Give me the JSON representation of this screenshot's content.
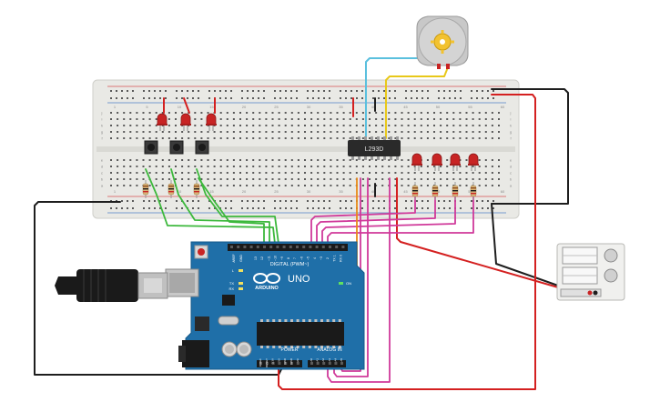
{
  "breadboard": {
    "col_numbers": [
      "1",
      "5",
      "10",
      "15",
      "20",
      "25",
      "30",
      "35",
      "40",
      "45",
      "50",
      "55",
      "60"
    ],
    "row_letters_top": [
      "j",
      "i",
      "h",
      "g",
      "f"
    ],
    "row_letters_bottom": [
      "e",
      "d",
      "c",
      "b",
      "a"
    ]
  },
  "chip": {
    "label": "L293D"
  },
  "arduino": {
    "brand": "ARDUINO",
    "model": "UNO",
    "digital_label": "DIGITAL (PWM~)",
    "power_label": "POWER",
    "analog_label": "ANALOG IN",
    "aref": "AREF",
    "gnd": "GND",
    "led_l": "L",
    "led_tx": "TX",
    "led_rx": "RX",
    "led_on": "ON",
    "digital_pins": [
      "13",
      "12",
      "~11",
      "~10",
      "~9",
      "8",
      "7",
      "~6",
      "~5",
      "4",
      "~3",
      "2",
      "TX 1",
      "RX 0"
    ],
    "power_pins": [
      "IOREF",
      "RESET",
      "3.3V",
      "5V",
      "GND",
      "GND",
      "Vin"
    ],
    "analog_pins": [
      "A0",
      "A1",
      "A2",
      "A3",
      "A4",
      "A5"
    ]
  },
  "colors": {
    "wire_green": "#3cb83c",
    "wire_red": "#d42020",
    "wire_black": "#1e1e1e",
    "wire_magenta": "#d0399a",
    "wire_orange": "#e88a1a",
    "wire_cyan": "#5bc0de",
    "wire_yellow": "#e8c81a",
    "board_blue": "#1f6fa8",
    "led_red": "#c82424",
    "breadboard": "#e8e8e4"
  },
  "icons": [
    "motor-icon",
    "usb-plug-icon",
    "power-jack-icon",
    "battery-pack-icon"
  ]
}
